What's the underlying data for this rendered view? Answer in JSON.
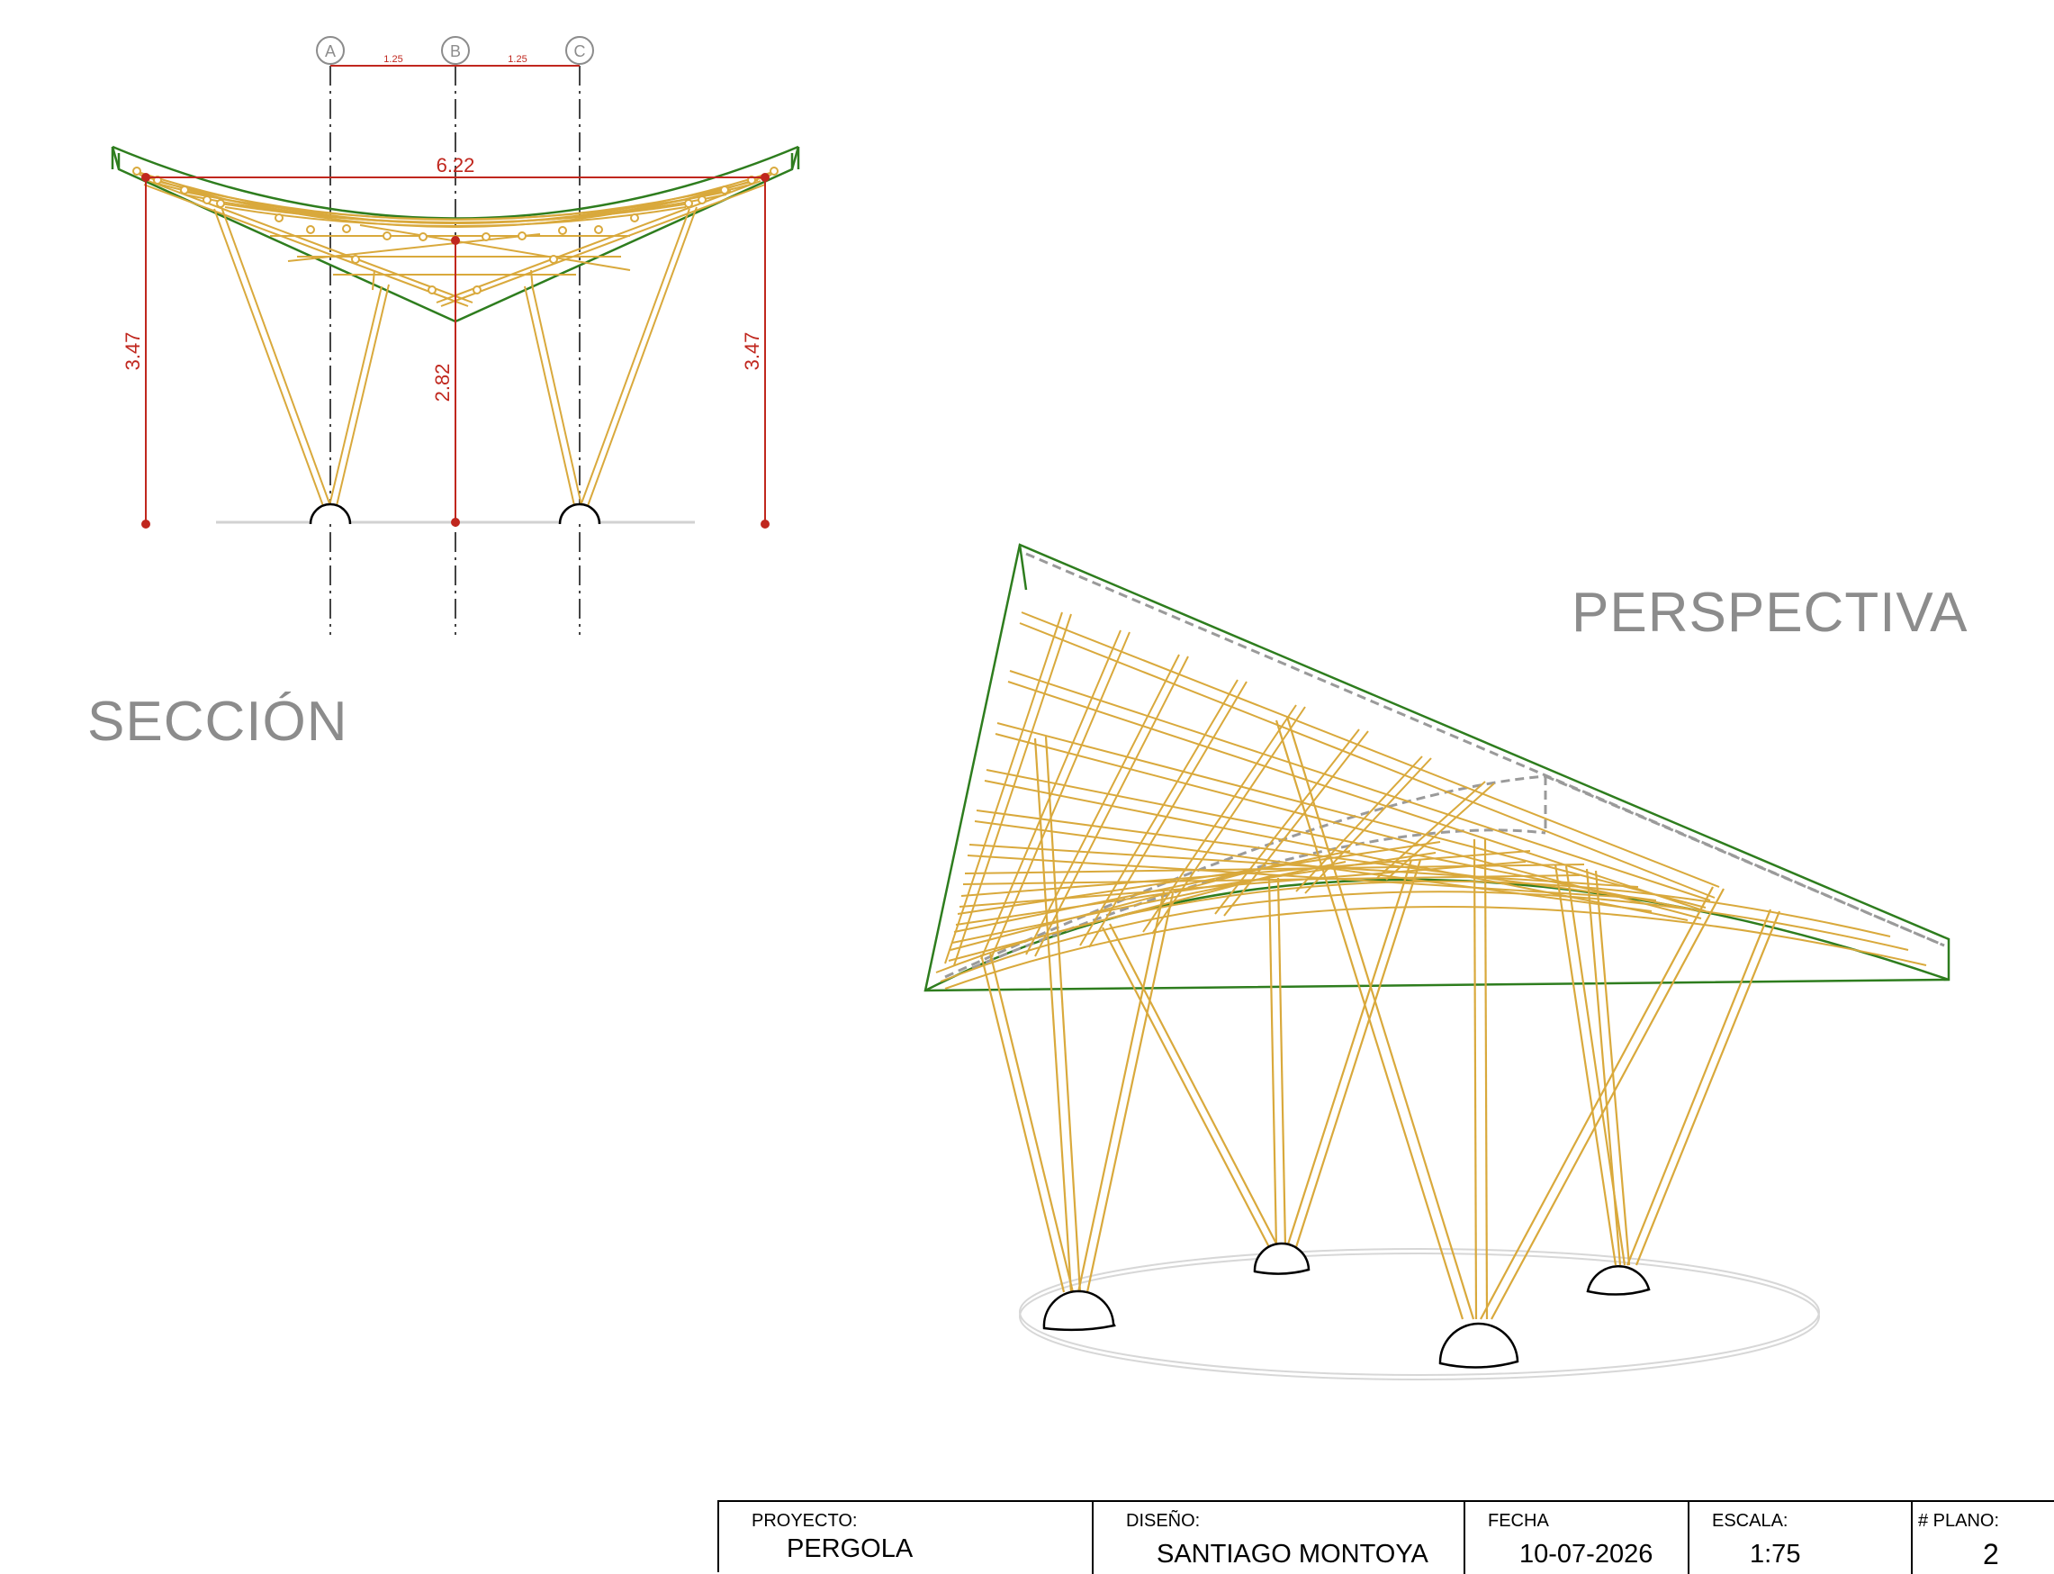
{
  "section": {
    "title": "SECCIÓN",
    "axes": [
      "A",
      "B",
      "C"
    ],
    "axis_spacing": [
      "1.25",
      "1.25"
    ],
    "dims": {
      "width": "6.22",
      "left_height": "3.47",
      "center_height": "2.82",
      "right_height": "3.47"
    }
  },
  "perspective": {
    "title": "PERSPECTIVA"
  },
  "title_block": {
    "proyecto_label": "PROYECTO:",
    "proyecto": "PERGOLA",
    "diseno_label": "DISEÑO:",
    "diseno": "SANTIAGO MONTOYA",
    "fecha_label": "FECHA",
    "fecha": "10-07-2026",
    "escala_label": "ESCALA:",
    "escala": "1:75",
    "plano_label": "# PLANO:",
    "plano": "2"
  },
  "colors": {
    "bamboo": "#d9a93c",
    "roof": "#2e7d1e",
    "dimension": "#c0271e",
    "axis": "#444444",
    "label": "#8c8c8c"
  }
}
